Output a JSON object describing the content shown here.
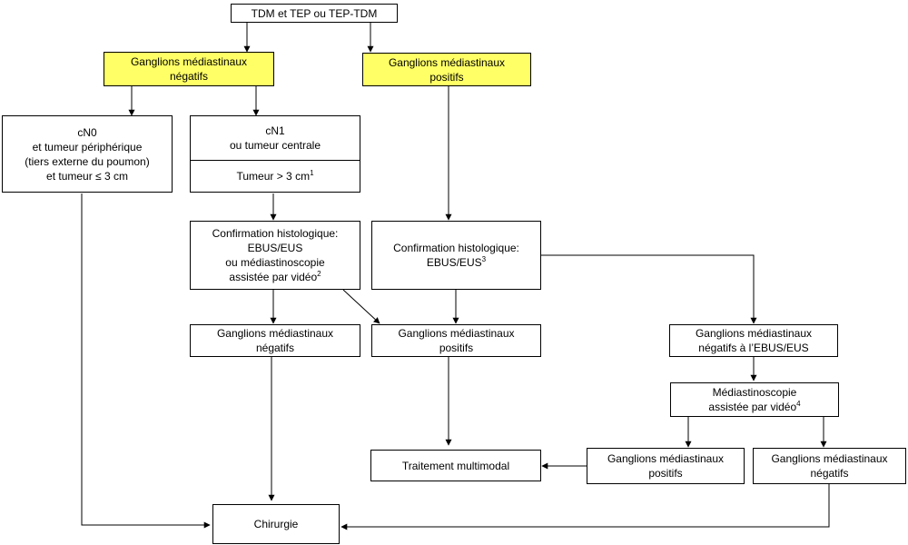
{
  "colors": {
    "highlight": "#ffff66",
    "line": "#000000"
  },
  "nodes": {
    "start": {
      "text": "TDM et TEP ou TEP-TDM"
    },
    "neg_top": {
      "line1": "Ganglions médiastinaux",
      "line2": "négatifs"
    },
    "pos_top": {
      "line1": "Ganglions médiastinaux",
      "line2": "positifs"
    },
    "cn0": {
      "line1": "cN0",
      "line2": "et tumeur périphérique",
      "line3": "(tiers externe du poumon)",
      "line4": "et tumeur ≤ 3 cm"
    },
    "cn1": {
      "line1": "cN1",
      "line2": "ou tumeur centrale",
      "line3": "Tumeur > 3 cm",
      "sup": "1"
    },
    "histo_left": {
      "line1": "Confirmation histologique:",
      "line2": "EBUS/EUS",
      "line3": "ou médiastinoscopie",
      "line4": "assistée par vidéo",
      "sup": "2"
    },
    "histo_right": {
      "line1": "Confirmation histologique:",
      "line2": "EBUS/EUS",
      "sup": "3"
    },
    "neg_mid": {
      "line1": "Ganglions médiastinaux",
      "line2": "négatifs"
    },
    "pos_mid": {
      "line1": "Ganglions médiastinaux",
      "line2": "positifs"
    },
    "neg_ebus": {
      "line1": "Ganglions médiastinaux",
      "line2": "négatifs à l’EBUS/EUS"
    },
    "medias": {
      "line1": "Médiastinoscopie",
      "line2": "assistée par vidéo",
      "sup": "4"
    },
    "pos_low": {
      "line1": "Ganglions médiastinaux",
      "line2": "positifs"
    },
    "neg_low": {
      "line1": "Ganglions médiastinaux",
      "line2": "négatifs"
    },
    "multimodal": {
      "text": "Traitement multimodal"
    },
    "surgery": {
      "text": "Chirurgie"
    }
  }
}
